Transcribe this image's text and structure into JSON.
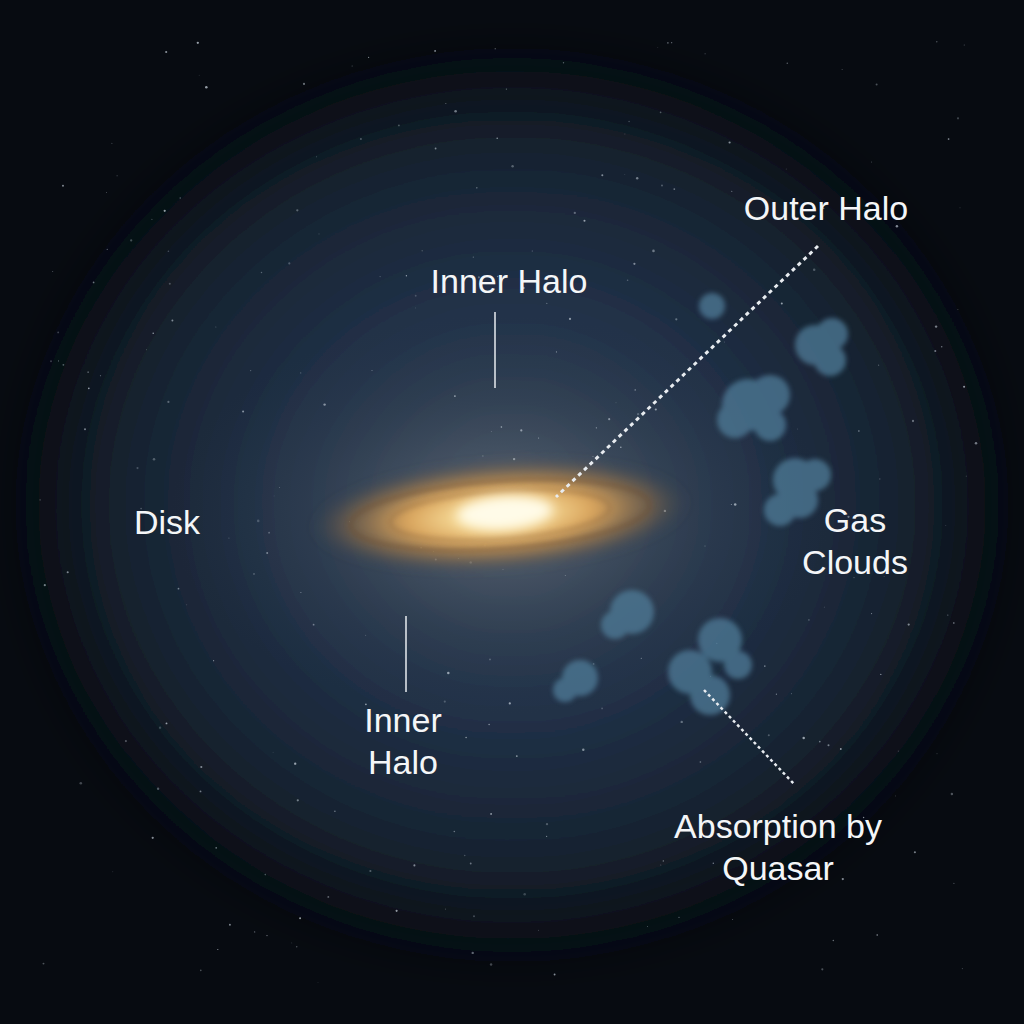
{
  "diagram": {
    "labels": [
      "Outer Halo",
      "Inner Halo",
      "Disk",
      "Gas Clouds",
      "Inner Halo",
      "Absorption by Quasar"
    ]
  }
}
